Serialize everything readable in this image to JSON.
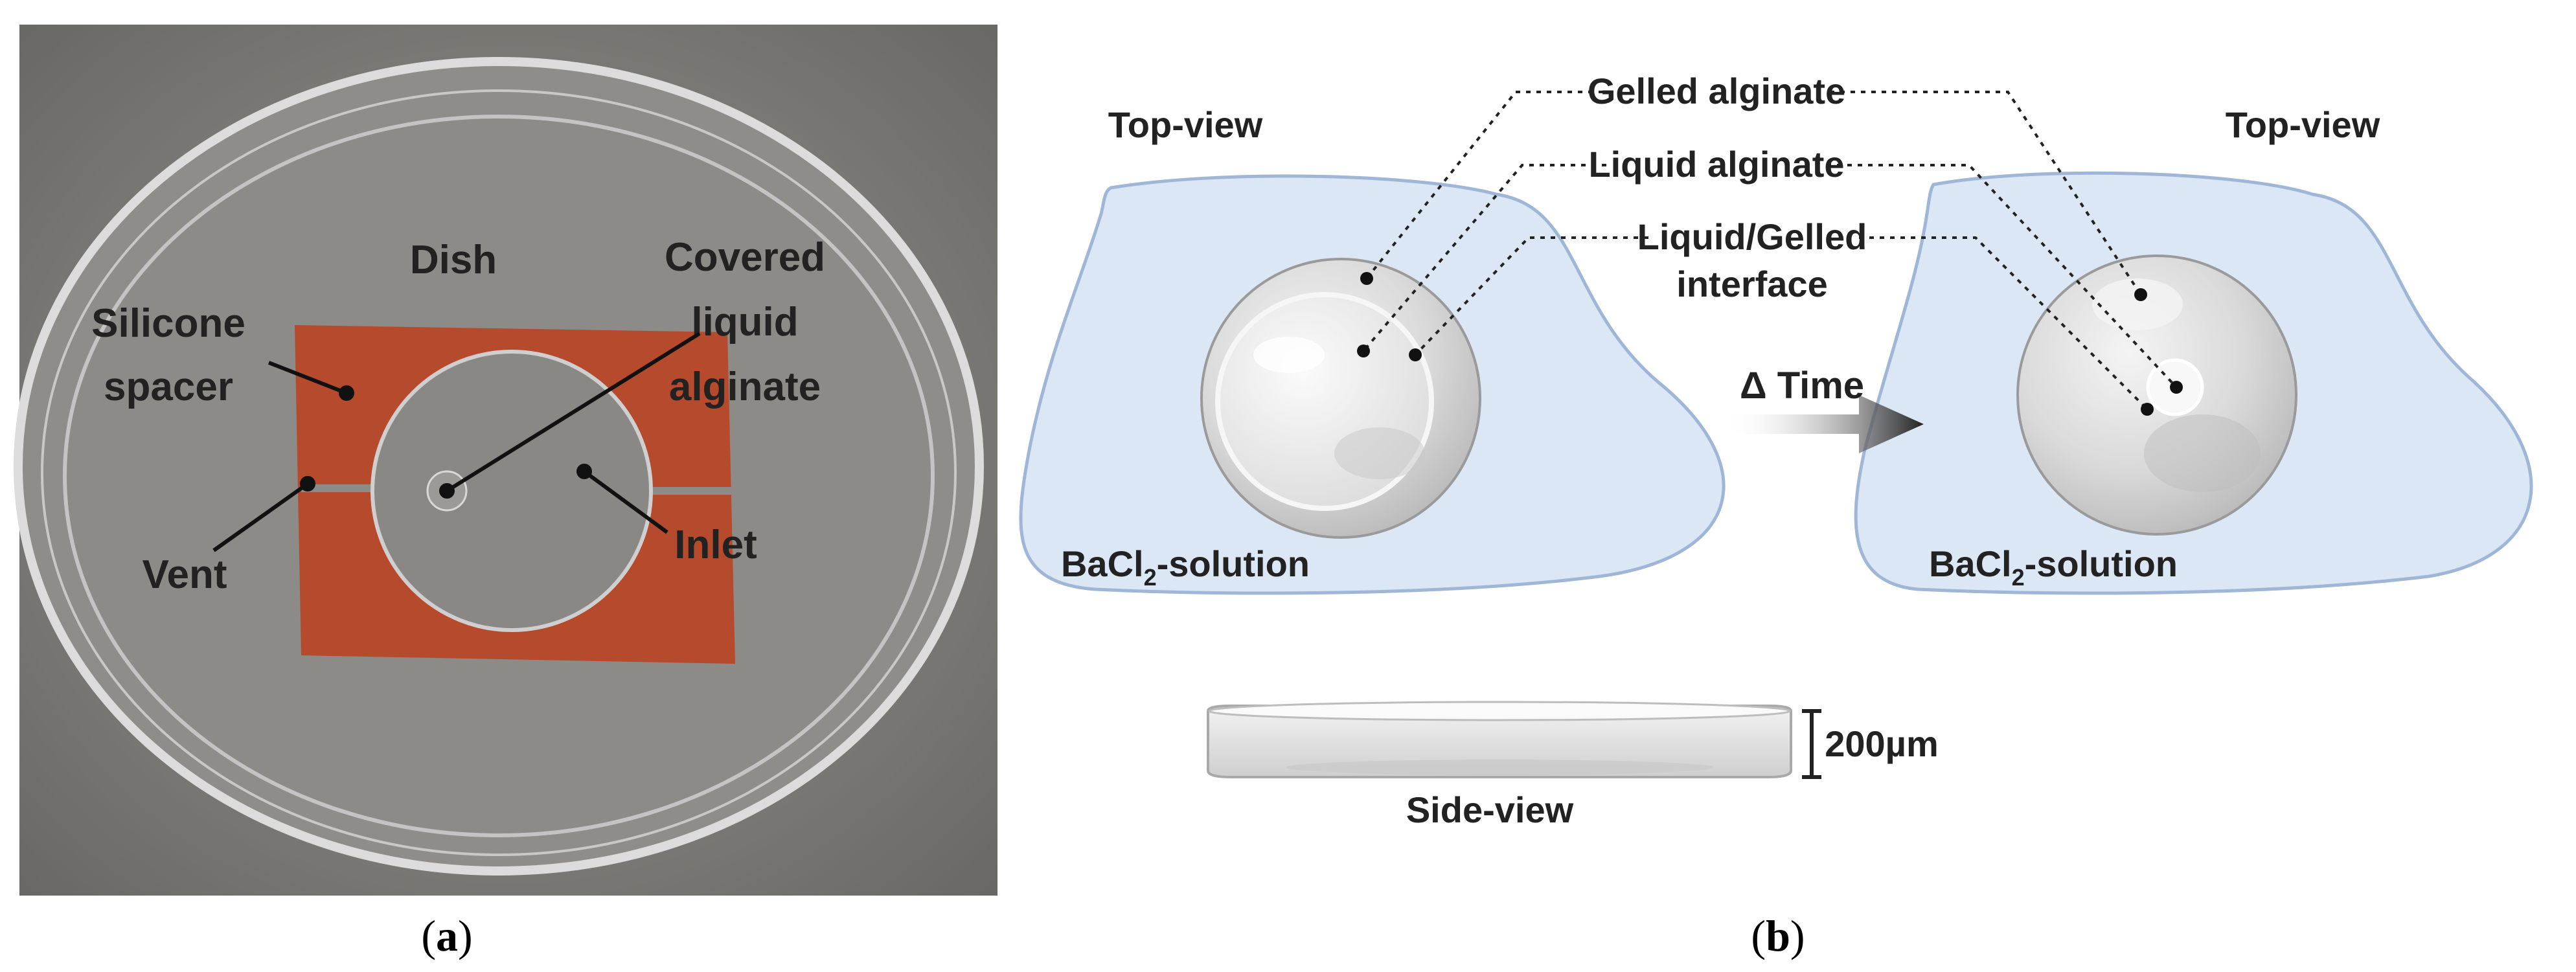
{
  "panel_a": {
    "labels": {
      "dish": "Dish",
      "covered_1": "Covered",
      "covered_2": "liquid",
      "covered_3": "alginate",
      "silicone_1": "Silicone",
      "silicone_2": "spacer",
      "vent": "Vent",
      "inlet": "Inlet"
    },
    "caption_letter": "a"
  },
  "panel_b": {
    "top_view_left": "Top-view",
    "top_view_right": "Top-view",
    "gelled_alginate": "Gelled alginate",
    "liquid_alginate": "Liquid alginate",
    "interface_1": "Liquid/Gelled",
    "interface_2": "interface",
    "delta_time": "Δ Time",
    "bacl2_left": {
      "prefix": "BaCl",
      "sub": "2",
      "suffix": "-solution"
    },
    "bacl2_right": {
      "prefix": "BaCl",
      "sub": "2",
      "suffix": "-solution"
    },
    "thickness": "200µm",
    "side_view": "Side-view",
    "caption_letter": "b"
  },
  "colors": {
    "spacer": "#b54a2c",
    "solution": "#dce7f5",
    "solution_edge": "#9fb6d6",
    "bench": "#7f7d78"
  }
}
